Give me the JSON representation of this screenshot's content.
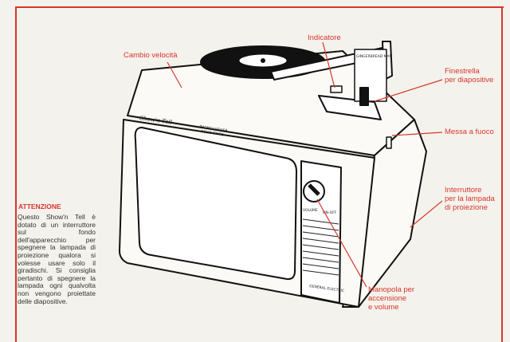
{
  "labels": {
    "cambio_velocita": "Cambio velocità",
    "indicatore": "Indicatore",
    "finestrella": "Finestrella\nper diapositive",
    "messa_a_fuoco": "Messa a fuoco",
    "interruttore": "Interruttore\nper la lampada\ndi proiezione",
    "manopola": "Manopola per\naccensione\ne volume"
  },
  "note": {
    "title": "ATTENZIONE",
    "body": "Questo Show'n Tell è dotato di un interruttore sul fondo dell'apparecchio per spegnere la lampada di proiezione qualora si volesse usare solo il giradischi. Si consiglia pertanto di spegnere la lampada ogni qualvolta non vengono proiettate delle diapositive."
  },
  "device": {
    "brand_script": "Show'n Tell",
    "model_line1": "PHONO-VIEWER",
    "model_line2": "SOLID STATE",
    "knob_label_left": "VOLUME",
    "knob_label_right": "ON-OFF",
    "maker": "GENERAL ELECTRIC",
    "slide_text": "GINGERBREAD MAN"
  },
  "colors": {
    "accent": "#d8362d",
    "paper": "#f4f2ec",
    "ink": "#1a1a1a"
  }
}
